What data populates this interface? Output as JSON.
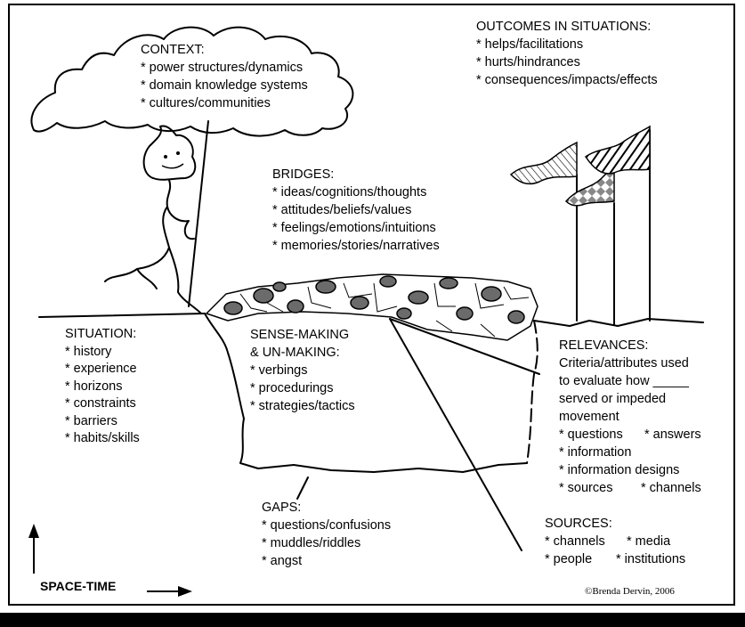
{
  "context": {
    "title": "CONTEXT:",
    "items": [
      "* power structures/dynamics",
      "* domain knowledge systems",
      "* cultures/communities"
    ]
  },
  "outcomes": {
    "title": "OUTCOMES IN SITUATIONS:",
    "items": [
      "* helps/facilitations",
      "* hurts/hindrances",
      "* consequences/impacts/effects"
    ]
  },
  "bridges": {
    "title": "BRIDGES:",
    "items": [
      "* ideas/cognitions/thoughts",
      "* attitudes/beliefs/values",
      "* feelings/emotions/intuitions",
      "* memories/stories/narratives"
    ]
  },
  "situation": {
    "title": "SITUATION:",
    "items": [
      "* history",
      "* experience",
      "* horizons",
      "* constraints",
      "* barriers",
      "* habits/skills"
    ]
  },
  "sense_making": {
    "title_lines": [
      "SENSE-MAKING",
      "& UN-MAKING:"
    ],
    "items": [
      "* verbings",
      "* procedurings",
      "* strategies/tactics"
    ]
  },
  "relevances": {
    "title": "RELEVANCES:",
    "desc_lines": [
      "Criteria/attributes used",
      "to evaluate how _____",
      "served or impeded",
      "movement"
    ],
    "item_rows": [
      [
        "* questions",
        "* answers"
      ],
      [
        "* information",
        ""
      ],
      [
        "* information designs",
        ""
      ],
      [
        "* sources",
        "* channels"
      ]
    ]
  },
  "gaps": {
    "title": "GAPS:",
    "items": [
      "* questions/confusions",
      "* muddles/riddles",
      "* angst"
    ]
  },
  "sources": {
    "title": "SOURCES:",
    "item_rows": [
      [
        "* channels",
        "* media"
      ],
      [
        "* people",
        "* institutions"
      ]
    ]
  },
  "footer": {
    "space_time": "SPACE-TIME",
    "copyright": "©Brenda Dervin, 2006"
  },
  "colors": {
    "ink": "#000000",
    "stone_gray": "#6b6b6b",
    "stone_light": "#ffffff"
  },
  "icons": [
    "cloud-icon",
    "umbrella-handle-icon",
    "stick-figure-icon",
    "bridge-icon",
    "flag-icon",
    "arrow-up-icon",
    "arrow-right-icon"
  ]
}
